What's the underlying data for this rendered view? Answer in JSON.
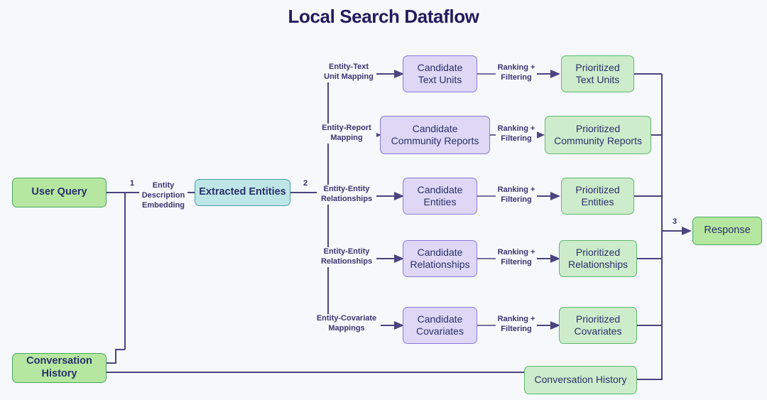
{
  "title": "Local Search Dataflow",
  "colors": {
    "background": "#f7f8fc",
    "title_text": "#241a5c",
    "edge_stroke": "#4a4480",
    "green_solid_fill": "#b5e7a0",
    "green_solid_border": "#4aa85e",
    "green_pale_fill": "#cdeccb",
    "green_pale_border": "#5dba6b",
    "teal_fill": "#bfe6e6",
    "teal_border": "#45a0a6",
    "purple_fill": "#ded7f5",
    "purple_border": "#8b79d8",
    "node_text": "#2b2f6b"
  },
  "nodes": {
    "user_query": "User Query",
    "conversation_history_left": "Conversation History",
    "extracted_entities": "Extracted Entities",
    "candidate_text_units": "Candidate\nText Units",
    "candidate_community_reports": "Candidate\nCommunity Reports",
    "candidate_entities": "Candidate\nEntities",
    "candidate_relationships": "Candidate\nRelationships",
    "candidate_covariates": "Candidate\nCovariates",
    "prioritized_text_units": "Prioritized\nText Units",
    "prioritized_community_reports": "Prioritized\nCommunity Reports",
    "prioritized_entities": "Prioritized\nEntities",
    "prioritized_relationships": "Prioritized\nRelationships",
    "prioritized_covariates": "Prioritized\nCovariates",
    "conversation_history_bottom": "Conversation History",
    "response": "Response"
  },
  "edge_labels": {
    "entity_description_embedding": "Entity\nDescription\nEmbedding",
    "entity_text_unit_mapping": "Entity-Text\nUnit Mapping",
    "entity_report_mapping": "Entity-Report\nMapping",
    "entity_entity_relationships_1": "Entity-Entity\nRelationships",
    "entity_entity_relationships_2": "Entity-Entity\nRelationships",
    "entity_covariate_mappings": "Entity-Covariate\nMappings",
    "ranking_filtering_1": "Ranking +\nFiltering",
    "ranking_filtering_2": "Ranking +\nFiltering",
    "ranking_filtering_3": "Ranking +\nFiltering",
    "ranking_filtering_4": "Ranking +\nFiltering",
    "ranking_filtering_5": "Ranking +\nFiltering"
  },
  "edge_numbers": {
    "step_1": "1",
    "step_2": "2",
    "step_3": "3"
  }
}
